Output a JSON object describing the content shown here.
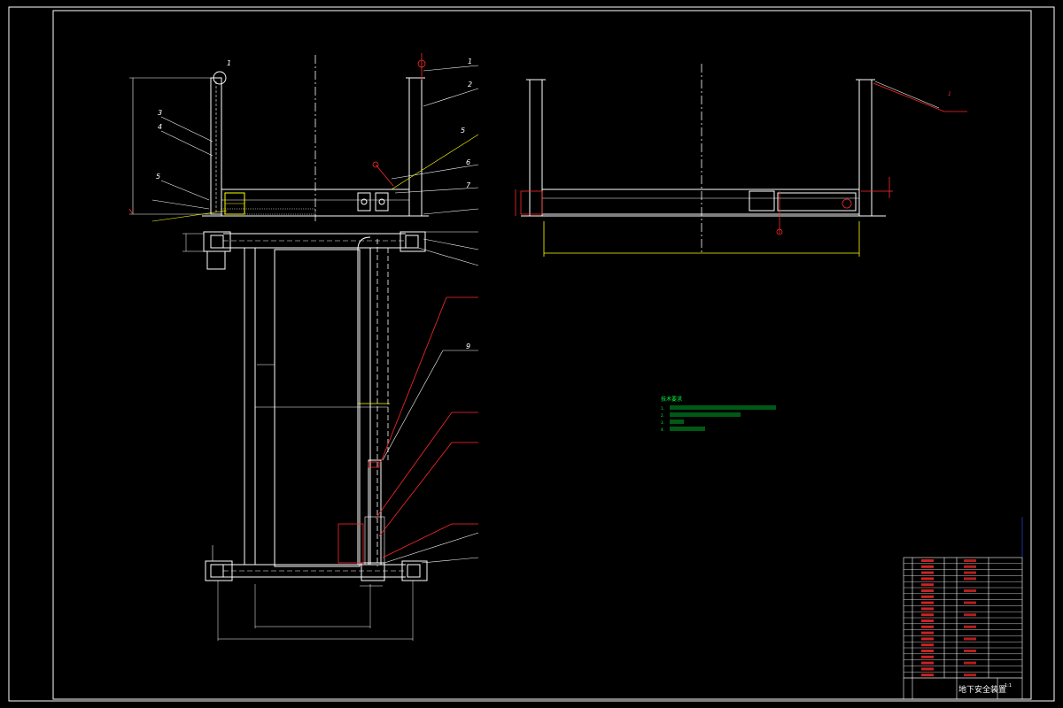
{
  "callouts": {
    "top_1_left": "1",
    "top_1_right": "1",
    "top_2": "2",
    "top_3": "3",
    "top_4": "4",
    "top_5": "5",
    "top_6": "6",
    "top_7": "7",
    "top_9": "9",
    "side_view_1": "1"
  },
  "notes": {
    "title": "技术要求",
    "lines": [
      "1.",
      "2.",
      "3.",
      "4."
    ]
  },
  "title_block": {
    "drawing_title": "地下安全装置",
    "scale": "1:1"
  }
}
